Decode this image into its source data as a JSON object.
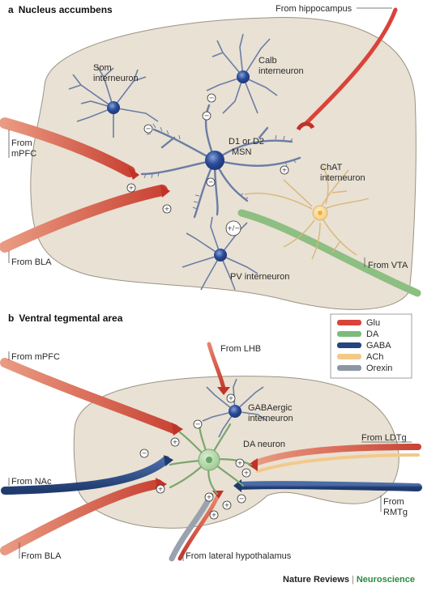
{
  "panel_a": {
    "letter": "a",
    "title": "Nucleus accumbens",
    "labels": {
      "hippocampus": "From hippocampus",
      "som_1": "Som",
      "som_2": "interneuron",
      "calb_1": "Calb",
      "calb_2": "interneuron",
      "msn_1": "D1 or D2",
      "msn_2": "MSN",
      "mpfc_1": "From",
      "mpfc_2": "mPFC",
      "chat_1": "ChAT",
      "chat_2": "interneuron",
      "pv": "PV interneuron",
      "bla": "From BLA",
      "vta": "From VTA"
    },
    "signs": {
      "inhib": "−",
      "excit": "+",
      "mixed": "+/−"
    }
  },
  "panel_b": {
    "letter": "b",
    "title": "Ventral tegmental area",
    "labels": {
      "mpfc": "From mPFC",
      "lhb": "From LHB",
      "gaba_1": "GABAergic",
      "gaba_2": "interneuron",
      "da": "DA neuron",
      "ldtg": "From LDTg",
      "nac": "From NAc",
      "rmtg_1": "From",
      "rmtg_2": "RMTg",
      "bla": "From BLA",
      "lh": "From lateral hypothalamus"
    }
  },
  "legend": [
    {
      "label": "Glu",
      "color": "#d9433a"
    },
    {
      "label": "DA",
      "color": "#7dbb7a"
    },
    {
      "label": "GABA",
      "color": "#24457e"
    },
    {
      "label": "ACh",
      "color": "#f3c98a"
    },
    {
      "label": "Orexin",
      "color": "#8c96a4"
    }
  ],
  "footer": {
    "brand": "Nature Reviews",
    "separator": "|",
    "journal": "Neuroscience"
  },
  "colors": {
    "region_fill": "#e9e1d3",
    "region_stroke": "#9a9283",
    "neuron_blue": "#6a7da6",
    "neuron_green": "#8ab77f",
    "chat_yellow": "#f4ddb0"
  }
}
